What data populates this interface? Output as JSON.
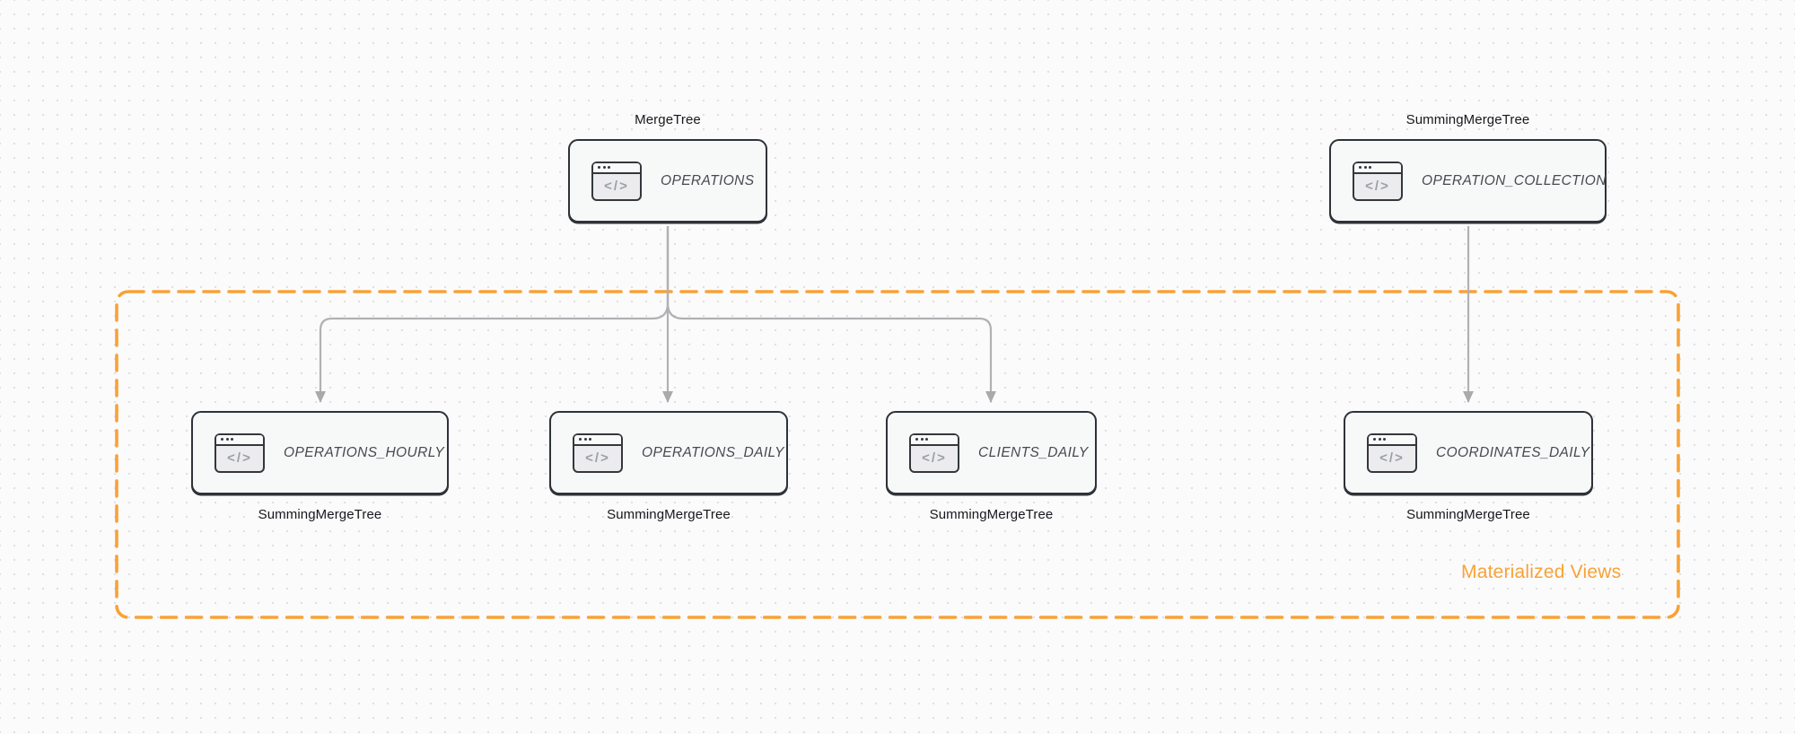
{
  "diagram": {
    "group": {
      "label": "Materialized Views",
      "border_color": "#f9a236",
      "label_color": "#f9a236"
    },
    "icon": {
      "name": "code-window-icon",
      "glyph": "</>"
    },
    "nodes": [
      {
        "title": "OPERATIONS",
        "engine": "MergeTree",
        "engine_position": "above"
      },
      {
        "title": "OPERATION_COLLECTION",
        "engine": "SummingMergeTree",
        "engine_position": "above"
      },
      {
        "title": "OPERATIONS_HOURLY",
        "engine": "SummingMergeTree",
        "engine_position": "below"
      },
      {
        "title": "OPERATIONS_DAILY",
        "engine": "SummingMergeTree",
        "engine_position": "below"
      },
      {
        "title": "CLIENTS_DAILY",
        "engine": "SummingMergeTree",
        "engine_position": "below"
      },
      {
        "title": "COORDINATES_DAILY",
        "engine": "SummingMergeTree",
        "engine_position": "below"
      }
    ],
    "colors": {
      "connector": "#b0b1b3",
      "node_border": "#2e3338",
      "node_fill": "#f7f8f8",
      "canvas_dot": "#dfe0e4"
    }
  }
}
